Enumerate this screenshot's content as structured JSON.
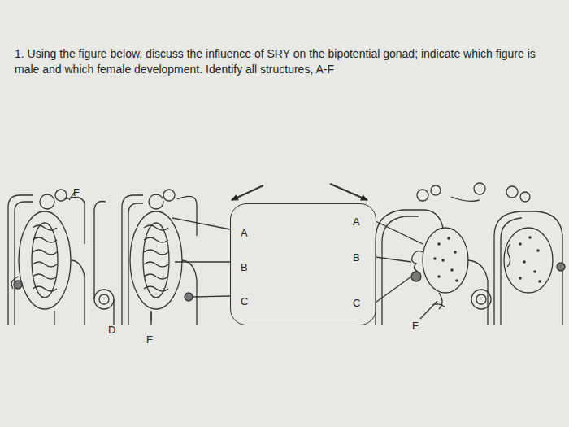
{
  "diagram": {
    "title": "1. Using the figure below, discuss the influence of SRY on the bipotential gonad; indicate which figure is male and which female development. Identify all structures, A-F",
    "nodes": [
      {
        "text": [
          "A",
          "B",
          "C",
          "A",
          "B",
          "C"
        ]
      }
    ],
    "labels": [
      "F",
      "D",
      "F",
      "F"
    ]
  }
}
